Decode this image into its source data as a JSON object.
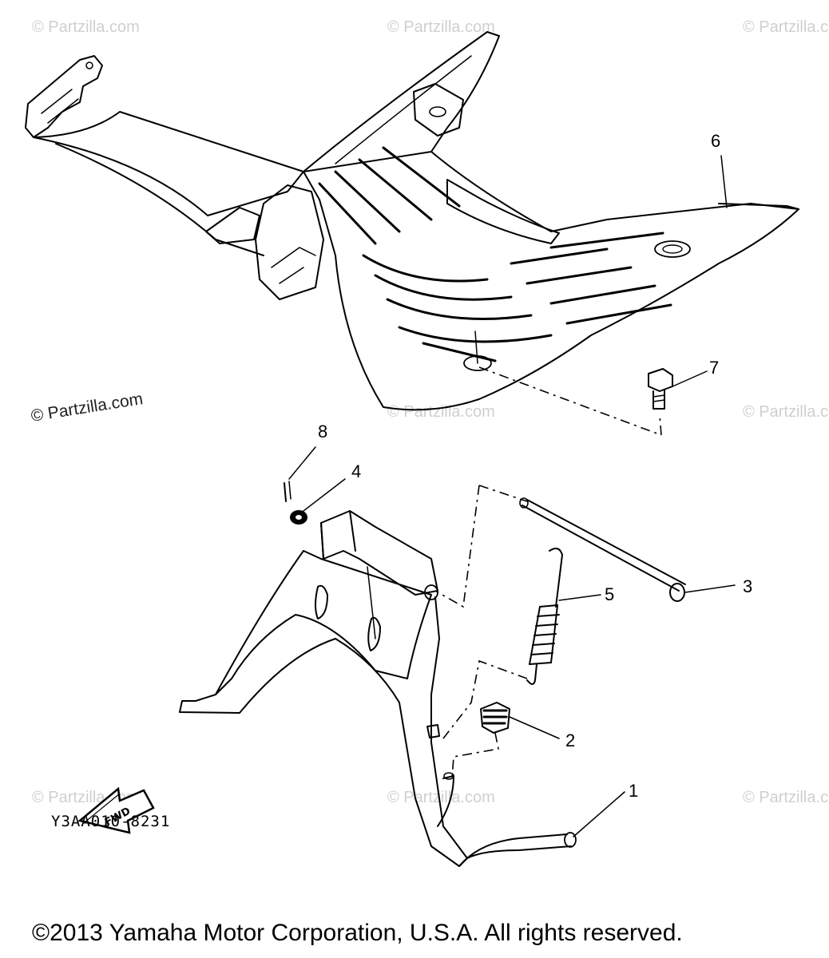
{
  "watermarks": {
    "text": "© Partzilla.com",
    "side_label": "© Partzilla.com"
  },
  "callouts": {
    "c1": "1",
    "c2": "2",
    "c3": "3",
    "c4": "4",
    "c5": "5",
    "c6": "6",
    "c7": "7",
    "c8": "8"
  },
  "fwd_label": "FWD",
  "diagram_code": "Y3AA010-8231",
  "copyright": "©2013 Yamaha Motor Corporation, U.S.A. All rights reserved."
}
